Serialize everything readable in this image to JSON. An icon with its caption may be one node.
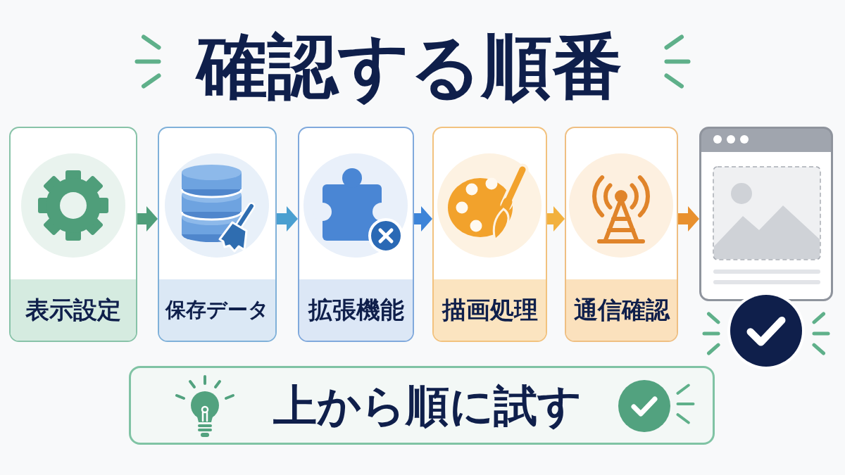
{
  "diagram": {
    "title": "確認する順番",
    "nodes": [
      {
        "text": [
          "表示設定"
        ]
      },
      {
        "text": [
          "保存データ"
        ]
      },
      {
        "text": [
          "拡張機能"
        ]
      },
      {
        "text": [
          "描画処理"
        ]
      },
      {
        "text": [
          "通信確認"
        ]
      },
      {
        "text": [],
        "shape": "picture"
      },
      {
        "text": [
          "上から順に試す"
        ]
      }
    ],
    "edges": [
      {
        "from": 0,
        "to": 1,
        "arrow": "to",
        "color": "#4f9e7a"
      },
      {
        "from": 1,
        "to": 2,
        "arrow": "to",
        "color": "#4a9fd0"
      },
      {
        "from": 2,
        "to": 3,
        "arrow": "to",
        "color": "#3d84d8"
      },
      {
        "from": 3,
        "to": 4,
        "arrow": "to",
        "color": "#f2b13e"
      },
      {
        "from": 4,
        "to": 5,
        "arrow": "to",
        "color": "#e8902e"
      }
    ]
  }
}
